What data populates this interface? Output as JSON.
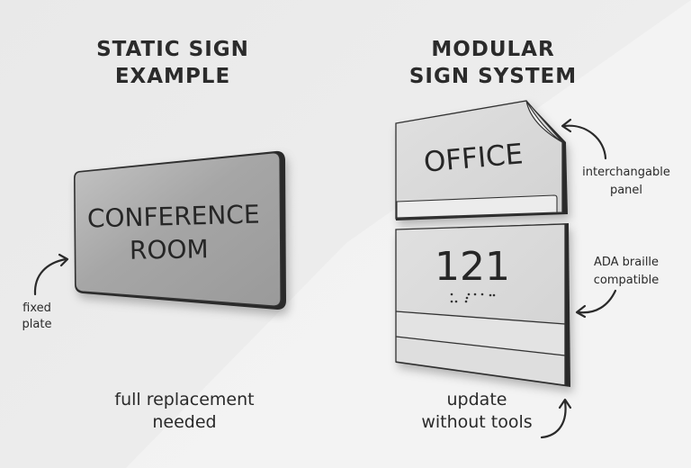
{
  "left_panel": {
    "heading_line1": "STATIC SIGN",
    "heading_line2": "EXAMPLE",
    "sign_line1": "CONFERENCE",
    "sign_line2": "ROOM",
    "annotation": "fixed plate",
    "annotation_line1": "fixed",
    "annotation_line2": "plate",
    "caption_line1": "full replacement",
    "caption_line2": "needed"
  },
  "right_panel": {
    "heading_line1": "MODULAR",
    "heading_line2": "SIGN SYSTEM",
    "top_panel_text": "OFFICE",
    "room_number": "121",
    "annotation_top_line1": "interchangable",
    "annotation_top_line2": "panel",
    "annotation_mid_line1": "ADA braille",
    "annotation_mid_line2": "compatible",
    "caption_line1": "update",
    "caption_line2": "without tools",
    "icons": [
      "curved-arrow-icon",
      "braille-dots-icon"
    ]
  },
  "colors": {
    "background": "#ececec",
    "ink": "#2a2a2a",
    "plate_gray": "#a9a9a9",
    "panel_light": "#dcdcdc"
  }
}
